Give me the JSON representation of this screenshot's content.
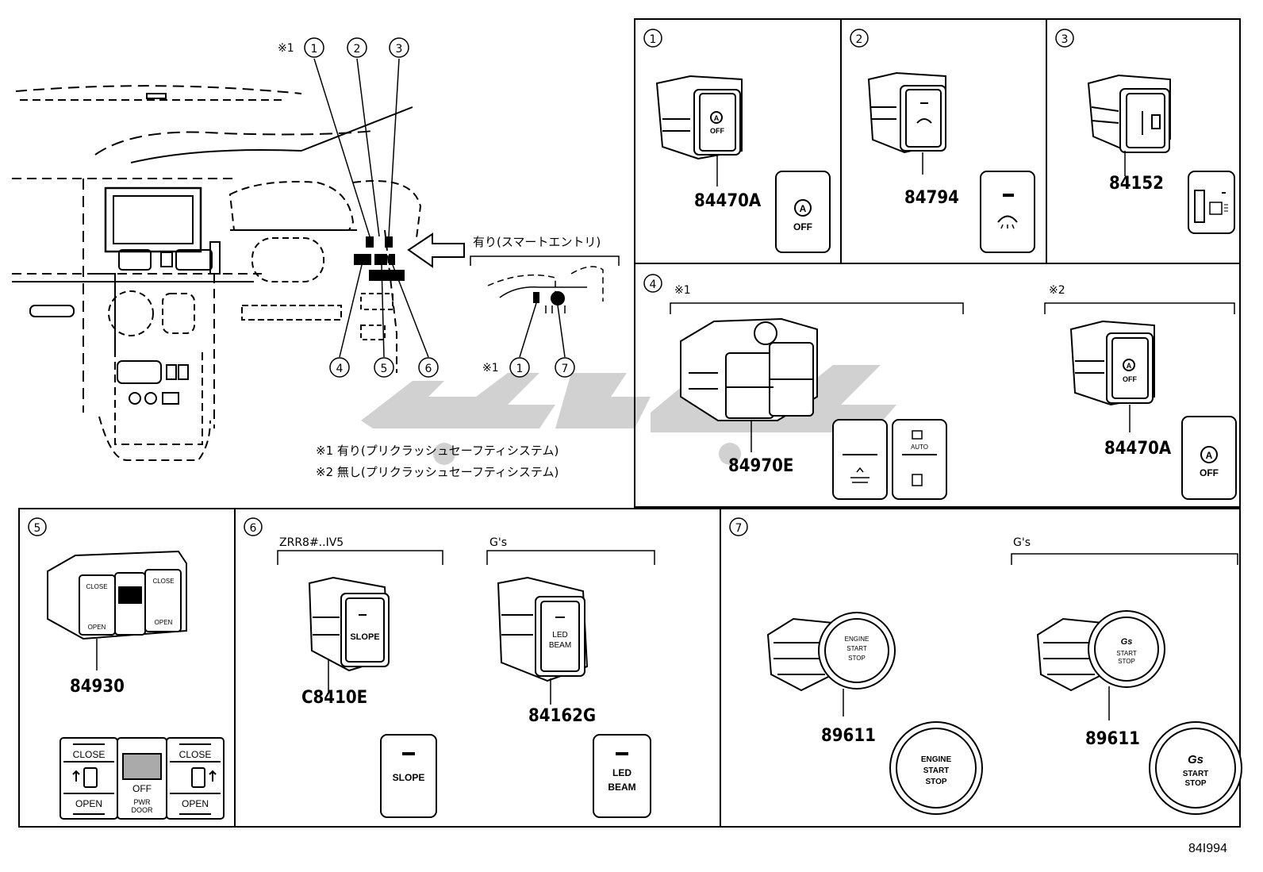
{
  "diagram_code": "84I994",
  "overview": {
    "callouts_top": [
      "※1",
      "1",
      "2",
      "3"
    ],
    "callouts_bottom": [
      "4",
      "5",
      "6"
    ],
    "smart_entry_label": "有り(スマートエントリ)",
    "smart_entry_callouts": [
      "※1",
      "1",
      "7"
    ],
    "notes": [
      "※1 有り(プリクラッシュセーフティシステム)",
      "※2 無し(プリクラッシュセーフティシステム)"
    ]
  },
  "panels": {
    "p1": {
      "num": "1",
      "part": "84470A",
      "icon_a": "A",
      "icon_text": "OFF"
    },
    "p2": {
      "num": "2",
      "part": "84794"
    },
    "p3": {
      "num": "3",
      "part": "84152"
    },
    "p4": {
      "num": "4",
      "left_note": "※1",
      "left_part": "84970E",
      "auto_label": "AUTO",
      "right_note": "※2",
      "right_part": "84470A",
      "icon_a": "A",
      "icon_text": "OFF"
    },
    "p5": {
      "num": "5",
      "part": "84930",
      "close": "CLOSE",
      "open": "OPEN",
      "off": "OFF",
      "pwr": "PWR",
      "door": "DOOR"
    },
    "p6": {
      "num": "6",
      "left_variant": "ZRR8#..IV5",
      "left_part": "C8410E",
      "left_label": "SLOPE",
      "right_variant": "G's",
      "right_part": "84162G",
      "right_label_1": "LED",
      "right_label_2": "BEAM"
    },
    "p7": {
      "num": "7",
      "variant": "G's",
      "left_part": "89611",
      "right_part": "89611",
      "engine": "ENGINE",
      "start": "START",
      "stop": "STOP",
      "gs": "Gs"
    }
  }
}
